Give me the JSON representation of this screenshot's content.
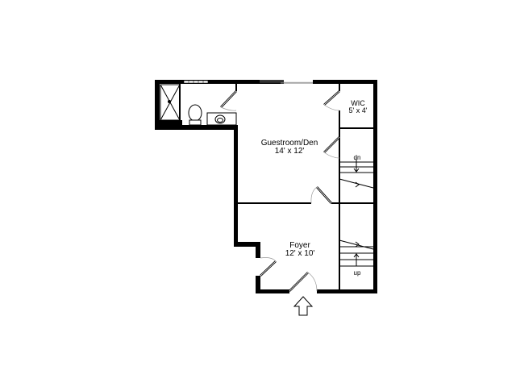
{
  "floorplan": {
    "rooms": [
      {
        "name": "Guestroom/Den",
        "size": "14' x 12'"
      },
      {
        "name": "WIC",
        "size": "5' x 4'"
      },
      {
        "name": "Foyer",
        "size": "12' x 10'"
      }
    ],
    "stairs": {
      "down_label": "dn",
      "up_label": "up"
    },
    "icons": [
      "entry-arrow-icon",
      "toilet-icon",
      "sink-icon",
      "shower-icon"
    ],
    "colors": {
      "wall": "#000000",
      "background": "#ffffff",
      "door_swing": "#999999"
    }
  }
}
